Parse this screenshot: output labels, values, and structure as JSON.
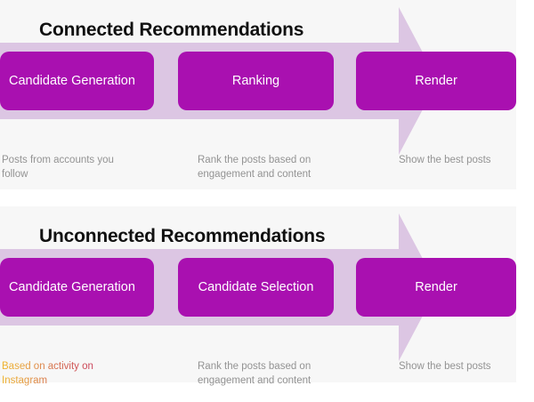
{
  "theme": {
    "pill_color": "#a910b0",
    "arrow_color": "#dcc6e3",
    "panel_bg": "#f7f7f7",
    "page_bg": "#ffffff",
    "heading_color": "#111111",
    "caption_color": "#939393",
    "gradient_from": "#f0b429",
    "gradient_to": "#9b3d86"
  },
  "sections": [
    {
      "id": "connected",
      "heading": "Connected Recommendations",
      "stages": [
        {
          "label": "Candidate Generation"
        },
        {
          "label": "Ranking"
        },
        {
          "label": "Render"
        }
      ],
      "captions": [
        {
          "text": "Posts from accounts you follow",
          "style": "plain"
        },
        {
          "text": "Rank the posts based on engagement and content",
          "style": "plain"
        },
        {
          "text": "Show the best posts",
          "style": "plain"
        }
      ]
    },
    {
      "id": "unconnected",
      "heading": "Unconnected Recommendations",
      "stages": [
        {
          "label": "Candidate Generation"
        },
        {
          "label": "Candidate Selection"
        },
        {
          "label": "Render"
        }
      ],
      "captions": [
        {
          "text": "Based on activity on Instagram",
          "style": "gradient"
        },
        {
          "text": "Rank the posts based on engagement and content",
          "style": "plain"
        },
        {
          "text": "Show the best posts",
          "style": "plain"
        }
      ]
    }
  ]
}
